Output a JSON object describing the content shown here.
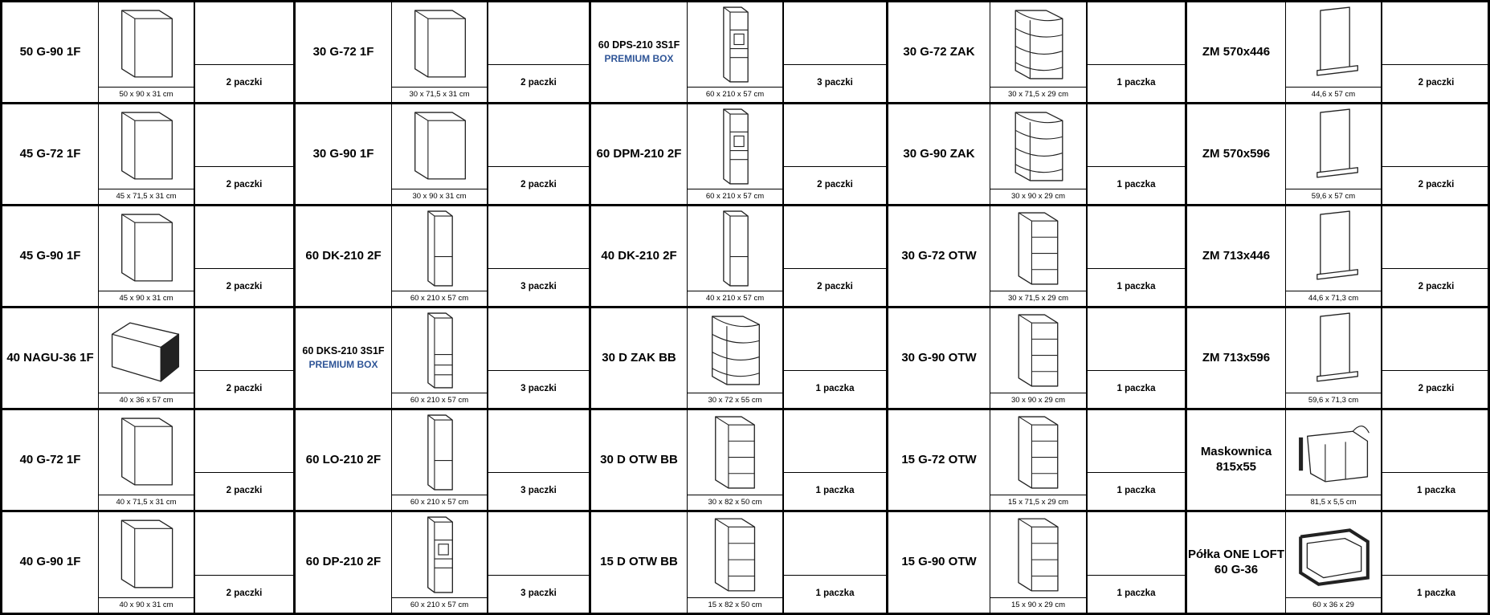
{
  "columns": [
    {
      "items": [
        {
          "name": "50 G-90 1F",
          "dims": "50 x 90 x 31 cm",
          "packs": "2 paczki",
          "icon": "wall-cabinet-icon"
        },
        {
          "name": "45 G-72 1F",
          "dims": "45 x 71,5 x 31 cm",
          "packs": "2 paczki",
          "icon": "wall-cabinet-icon"
        },
        {
          "name": "45 G-90 1F",
          "dims": "45 x 90 x 31 cm",
          "packs": "2 paczki",
          "icon": "wall-cabinet-icon"
        },
        {
          "name": "40 NAGU-36 1F",
          "dims": "40 x 36 x 57 cm",
          "packs": "2 paczki",
          "icon": "box-cabinet-icon"
        },
        {
          "name": "40 G-72 1F",
          "dims": "40 x 71,5 x 31 cm",
          "packs": "2 paczki",
          "icon": "wall-cabinet-icon"
        },
        {
          "name": "40 G-90 1F",
          "dims": "40 x 90 x 31 cm",
          "packs": "2 paczki",
          "icon": "wall-cabinet-icon"
        }
      ]
    },
    {
      "items": [
        {
          "name": "30 G-72 1F",
          "dims": "30 x 71,5 x 31 cm",
          "packs": "2 paczki",
          "icon": "wall-cabinet-icon"
        },
        {
          "name": "30 G-90 1F",
          "dims": "30 x 90 x 31 cm",
          "packs": "2 paczki",
          "icon": "wall-cabinet-icon"
        },
        {
          "name": "60 DK-210 2F",
          "dims": "60 x 210 x 57 cm",
          "packs": "3 paczki",
          "icon": "tall-cabinet-2f-icon"
        },
        {
          "name": "60 DKS-210 3S1F",
          "premium": "PREMIUM BOX",
          "dims": "60 x 210 x 57 cm",
          "packs": "3 paczki",
          "icon": "tall-cabinet-drawers-icon"
        },
        {
          "name": "60 LO-210 2F",
          "dims": "60 x 210 x 57 cm",
          "packs": "3 paczki",
          "icon": "tall-cabinet-2f-icon"
        },
        {
          "name": "60 DP-210 2F",
          "dims": "60 x 210 x 57 cm",
          "packs": "3 paczki",
          "icon": "tall-oven-cabinet-icon"
        }
      ]
    },
    {
      "items": [
        {
          "name": "60 DPS-210 3S1F",
          "premium": "PREMIUM BOX",
          "dims": "60 x 210 x 57 cm",
          "packs": "3 paczki",
          "icon": "tall-oven-cabinet-icon"
        },
        {
          "name": "60 DPM-210 2F",
          "dims": "60 x 210 x 57 cm",
          "packs": "2 paczki",
          "icon": "tall-oven-cabinet-icon"
        },
        {
          "name": "40 DK-210 2F",
          "dims": "40 x 210 x 57 cm",
          "packs": "2 paczki",
          "icon": "tall-cabinet-2f-icon"
        },
        {
          "name": "30 D ZAK BB",
          "dims": "30 x 72 x 55 cm",
          "packs": "1 paczka",
          "icon": "corner-shelf-icon"
        },
        {
          "name": "30 D OTW BB",
          "dims": "30 x 82 x 50 cm",
          "packs": "1 paczka",
          "icon": "open-shelf-icon"
        },
        {
          "name": "15 D OTW BB",
          "dims": "15 x 82 x 50 cm",
          "packs": "1 paczka",
          "icon": "open-shelf-icon"
        }
      ]
    },
    {
      "items": [
        {
          "name": "30 G-72 ZAK",
          "dims": "30 x 71,5 x 29 cm",
          "packs": "1 paczka",
          "icon": "corner-shelf-icon"
        },
        {
          "name": "30 G-90 ZAK",
          "dims": "30 x 90 x 29 cm",
          "packs": "1 paczka",
          "icon": "corner-shelf-icon"
        },
        {
          "name": "30 G-72 OTW",
          "dims": "30 x 71,5 x 29 cm",
          "packs": "1 paczka",
          "icon": "open-shelf-icon"
        },
        {
          "name": "30 G-90 OTW",
          "dims": "30 x 90 x 29 cm",
          "packs": "1 paczka",
          "icon": "open-shelf-icon"
        },
        {
          "name": "15 G-72 OTW",
          "dims": "15 x 71,5 x 29 cm",
          "packs": "1 paczka",
          "icon": "open-shelf-icon"
        },
        {
          "name": "15 G-90 OTW",
          "dims": "15 x 90 x 29 cm",
          "packs": "1 paczka",
          "icon": "open-shelf-icon"
        }
      ]
    },
    {
      "items": [
        {
          "name": "ZM 570x446",
          "dims": "44,6 x 57 cm",
          "packs": "2 paczki",
          "icon": "dishwasher-panel-icon"
        },
        {
          "name": "ZM 570x596",
          "dims": "59,6 x 57 cm",
          "packs": "2 paczki",
          "icon": "dishwasher-panel-icon"
        },
        {
          "name": "ZM 713x446",
          "dims": "44,6 x 71,3 cm",
          "packs": "2 paczki",
          "icon": "dishwasher-panel-icon"
        },
        {
          "name": "ZM 713x596",
          "dims": "59,6 x 71,3 cm",
          "packs": "2 paczki",
          "icon": "dishwasher-panel-icon"
        },
        {
          "name": "Maskownica",
          "name2": "815x55",
          "dims": "81,5 x 5,5 cm",
          "packs": "1 paczka",
          "icon": "cover-strip-icon"
        },
        {
          "name": "Półka ONE LOFT",
          "name2": "60 G-36",
          "dims": "60 x 36 x 29",
          "packs": "1 paczka",
          "icon": "loft-shelf-icon"
        }
      ]
    }
  ]
}
